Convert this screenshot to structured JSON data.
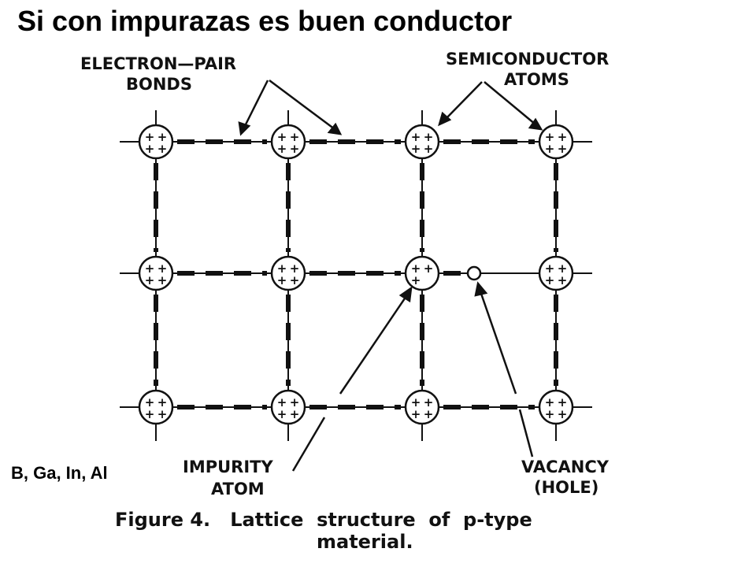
{
  "title": "Si con impurazas es buen conductor",
  "dopants": "B, Ga, In, Al",
  "diagram": {
    "labels": {
      "bonds_line1": "ELECTRON—PAIR",
      "bonds_line2": "BONDS",
      "atoms_line1": "SEMICONDUCTOR",
      "atoms_line2": "ATOMS",
      "impurity_line1": "IMPURITY",
      "impurity_line2": "ATOM",
      "vacancy_line1": "VACANCY",
      "vacancy_line2": "(HOLE)"
    },
    "caption_line1": "Figure 4.   Lattice  structure  of  p-type",
    "caption_line2": "material.",
    "atom_symbol": "+ +"
  }
}
